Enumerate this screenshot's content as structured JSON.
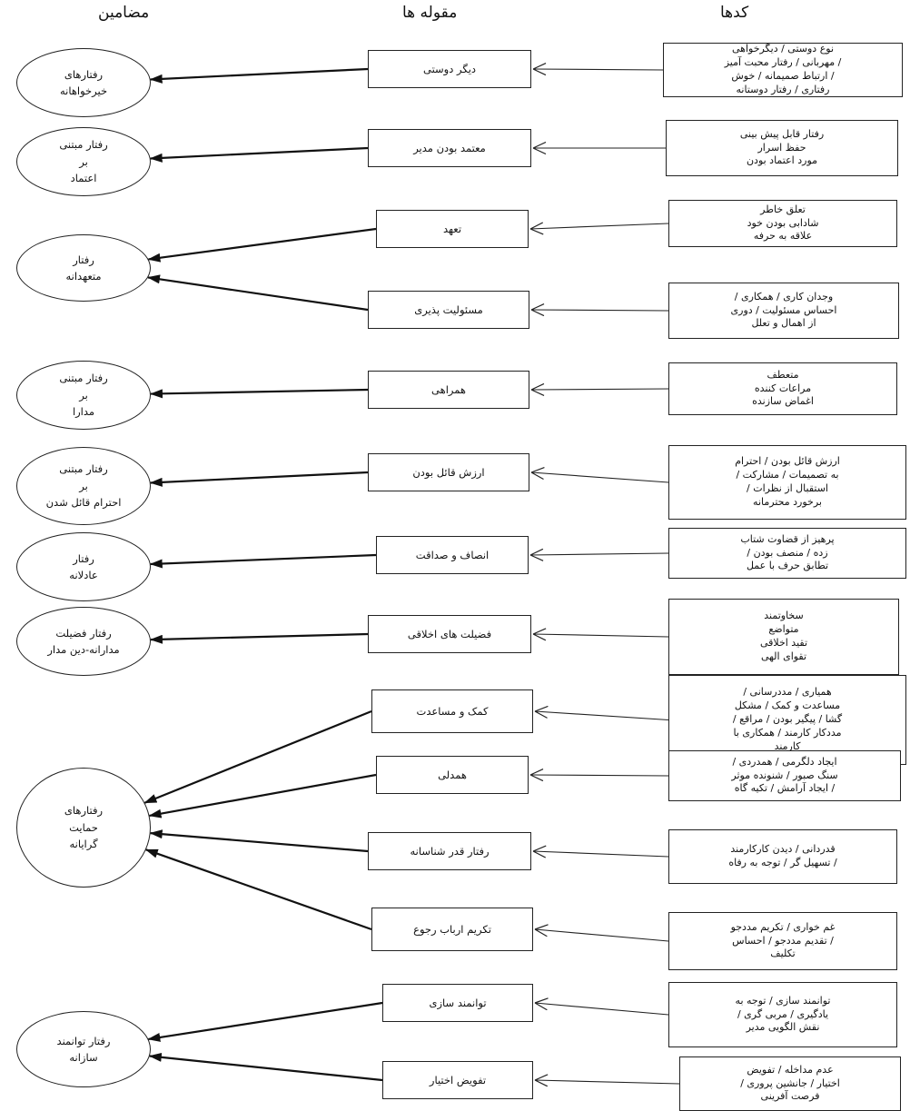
{
  "headers": {
    "themes": "مضامین",
    "categories": "مقوله ها",
    "codes": "کدها"
  },
  "codes": [
    "نوع دوستی / دیگرخواهی\n/ مهربانی / رفتار محبت آمیز\n/ ارتباط صمیمانه / خوش\nرفتاری / رفتار دوستانه",
    "رفتار قابل پیش بینی\nحفظ اسرار\nمورد اعتماد بودن",
    "تعلق خاطر\nشادابی بودن خود\nعلاقه به حرفه",
    "وجدان کاری / همکاری /\nاحساس مسئولیت / دوری\nاز اهمال و تعلل",
    "متعطف\nمراعات کننده\nاغماض سازنده",
    "ارزش قائل بودن / احترام\nبه تصمیمات / مشارکت /\nاستقبال از نظرات /\nبرخورد محترمانه",
    "پرهیز از قضاوت شتاب\nزده / منصف بودن /\nتطابق حرف با عمل",
    "سخاوتمند\nمتواضع\nتقید اخلاقی\nتقوای الهی",
    "همیاری / مددرسانی /\nمساعدت و کمک / مشکل\nگشا / پیگیر بودن / مراقع /\nمددکار کارمند / همکاری با\nکارمند",
    "ایجاد دلگرمی / همدردی /\nسنگ صبور / شنونده موثر\n/ ایجاد آرامش / تکیه گاه",
    "قدردانی / دیدن کارکارمند\n/ تسهیل گر / توجه به رفاه",
    "غم خواری / تکریم مددجو\n/ تقدیم مددجو / احساس\nتکلیف",
    "توانمند سازی / توجه به\nیادگیری / مربی گری /\nنقش الگویی مدیر",
    "عدم مداخله / تفویض\nاختیار / جانشین پروری /\nفرصت آفرینی"
  ],
  "categories": [
    "دیگر دوستی",
    "معتمد بودن مدیر",
    "تعهد",
    "مسئولیت پذیری",
    "همراهی",
    "ارزش قائل بودن",
    "انصاف و صداقت",
    "فضیلت های اخلاقی",
    "کمک و مساعدت",
    "همدلی",
    "رفتار قدر شناسانه",
    "تکریم ارباب رجوع",
    "توانمند سازی",
    "تفویض اختیار"
  ],
  "themes": [
    "رفتارهای\nخیرخواهانه",
    "رفتار مبتنی\nبر\nاعتماد",
    "رفتار\nمتعهدانه",
    "رفتار مبتنی\nبر\nمدارا",
    "رفتار مبتنی\nبر\nاحترام قائل شدن",
    "رفتار\nعادلانه",
    "رفتار فضیلت\nمدارانه-دین مدار",
    "رفتارهای\nحمایت\nگرایانه",
    "رفتار توانمند\nسازانه"
  ],
  "links": [
    {
      "from": 0,
      "to": 0
    },
    {
      "from": 1,
      "to": 1
    },
    {
      "from": 2,
      "to": 2
    },
    {
      "from": 3,
      "to": 2
    },
    {
      "from": 4,
      "to": 3
    },
    {
      "from": 5,
      "to": 4
    },
    {
      "from": 6,
      "to": 5
    },
    {
      "from": 7,
      "to": 6
    },
    {
      "from": 8,
      "to": 7
    },
    {
      "from": 9,
      "to": 7
    },
    {
      "from": 10,
      "to": 7
    },
    {
      "from": 11,
      "to": 7
    },
    {
      "from": 12,
      "to": 8
    },
    {
      "from": 13,
      "to": 8
    }
  ]
}
